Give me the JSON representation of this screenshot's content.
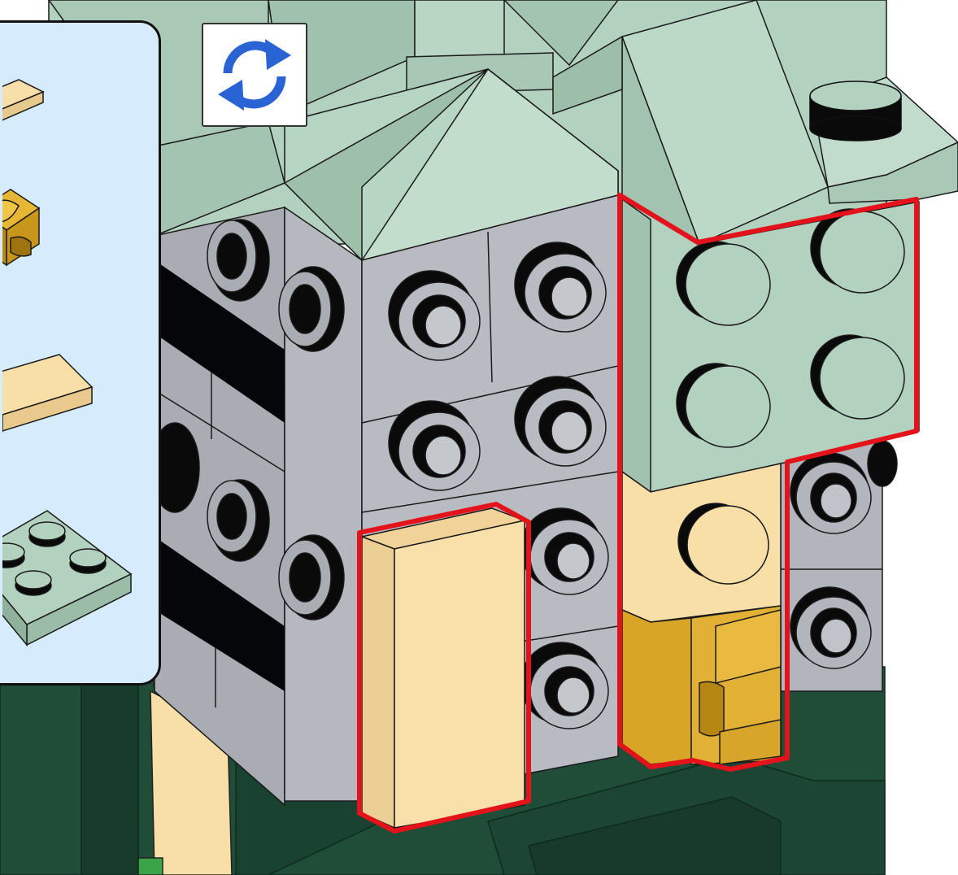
{
  "viewer": {
    "rotate_label": "Rotate",
    "rotate_icon": "rotate-arrows-icon",
    "highlight_color": "#e4121b",
    "accent_color": "#2a63d4"
  },
  "parts_panel": {
    "items": [
      {
        "name": "tan-plate",
        "icon": "tan-plate-icon",
        "color": "#f6dfa9"
      },
      {
        "name": "gold-clip",
        "icon": "gold-clip-icon",
        "color": "#d9a521"
      },
      {
        "name": "tan-tile",
        "icon": "tan-tile-icon",
        "color": "#f6dfa9"
      },
      {
        "name": "sand-green-plate-2x2",
        "icon": "sand-green-plate-icon",
        "color": "#b2d1bf"
      }
    ]
  },
  "model": {
    "colors": {
      "sand_green": "#b2d1bf",
      "light_gray": "#b2b5bc",
      "tan": "#f8dfa8",
      "gold": "#d9a521",
      "dark_green": "#1f4d38",
      "black": "#0a0a0a"
    }
  }
}
